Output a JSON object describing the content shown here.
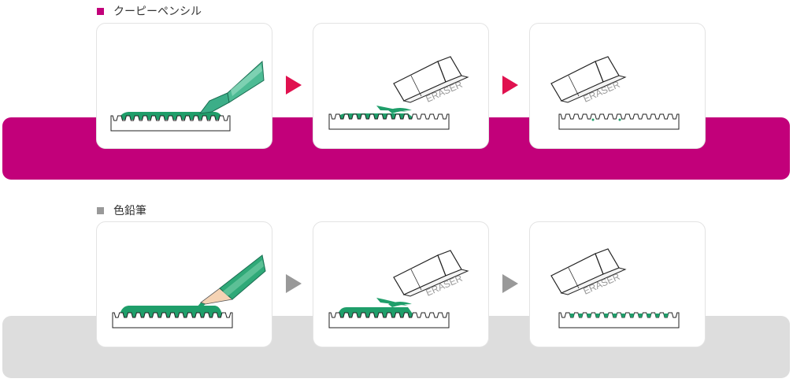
{
  "sections": [
    {
      "label": "クーピーペンシル",
      "color": "#c2007a",
      "arrow_color": "#e0114f",
      "band_color": "#c2007a",
      "steps": [
        {
          "tool": "coupy-pencil",
          "state": "drawn"
        },
        {
          "tool": "eraser",
          "state": "erasing",
          "eraser_text": "ERASER"
        },
        {
          "tool": "eraser",
          "state": "erased-clean",
          "eraser_text": "ERASER"
        }
      ]
    },
    {
      "label": "色鉛筆",
      "color": "#999999",
      "arrow_color": "#999999",
      "band_color": "#dddddd",
      "steps": [
        {
          "tool": "colored-pencil",
          "state": "drawn"
        },
        {
          "tool": "eraser",
          "state": "erasing",
          "eraser_text": "ERASER"
        },
        {
          "tool": "eraser",
          "state": "residue-remains",
          "eraser_text": "ERASER"
        }
      ]
    }
  ],
  "colors": {
    "pigment_green": "#1f9e6a",
    "eraser_text": "#9a9a9a"
  }
}
